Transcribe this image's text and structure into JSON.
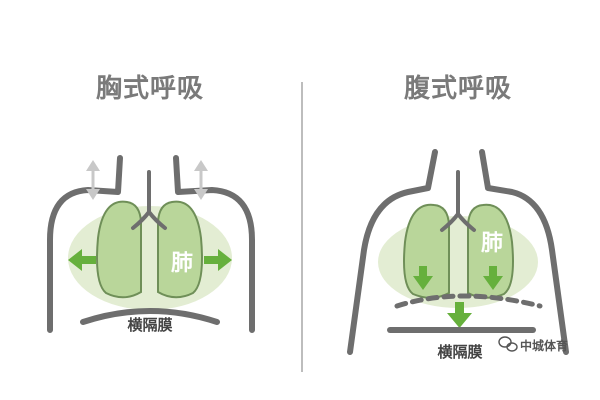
{
  "diagram": {
    "left": {
      "title": "胸式呼吸",
      "lung_label": "肺",
      "diaphragm_label": "横隔膜"
    },
    "right": {
      "title": "腹式呼吸",
      "lung_label": "肺",
      "diaphragm_label": "横隔膜"
    }
  },
  "watermark": {
    "text": "中城体育"
  },
  "colors": {
    "outline": "#6e6e6e",
    "lung_fill": "#b9d69a",
    "lung_stroke": "#6f8f58",
    "halo": "#e3edd3",
    "arrow_green": "#66b03c",
    "arrow_gray": "#c8c8c8",
    "divider": "#bdbdbd"
  }
}
